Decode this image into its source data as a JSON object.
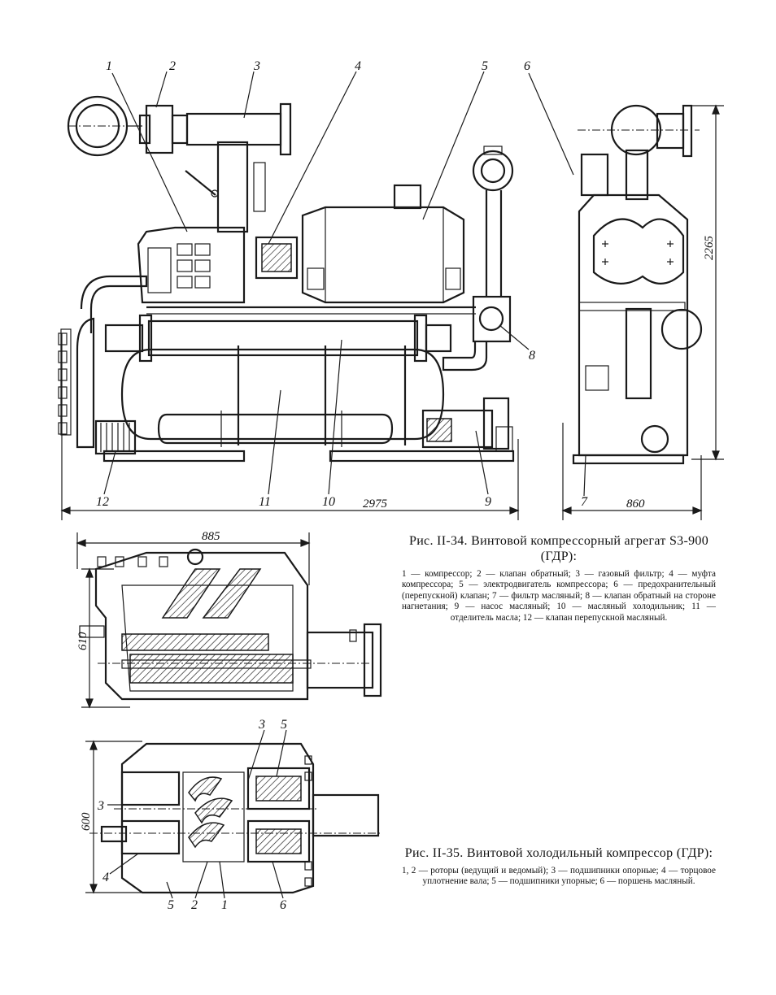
{
  "fig34": {
    "callouts": [
      "1",
      "2",
      "3",
      "4",
      "5",
      "6",
      "7",
      "8",
      "9",
      "10",
      "11",
      "12"
    ],
    "dim_length": "2975",
    "dim_width": "860",
    "dim_height": "2265",
    "title": "Рис. II-34. Винтовой компрессорный агрегат S3-900 (ГДР):",
    "legend": "1 — компрессор; 2 — клапан обратный; 3 — газовый фильтр; 4 — муфта компрессора; 5 — электродвигатель компрессора; 6 — предохранительный (перепускной) клапан; 7 — фильтр масляный; 8 — клапан обратный на стороне нагнетания; 9 — насос масляный; 10 — масляный холодильник; 11 — отделитель масла; 12 — клапан перепускной масляный."
  },
  "fig35": {
    "dim_length": "885",
    "dim_height_top": "610",
    "dim_height_bottom": "600",
    "callouts": [
      "1",
      "2",
      "3",
      "4",
      "5",
      "6"
    ],
    "title": "Рис. II-35. Винтовой холодильный компрессор (ГДР):",
    "legend": "1, 2 — роторы (ведущий и ведомый); 3 — подшипники опорные; 4 — торцовое уплотнение вала; 5 — подшипники упорные; 6 — поршень масляный."
  }
}
